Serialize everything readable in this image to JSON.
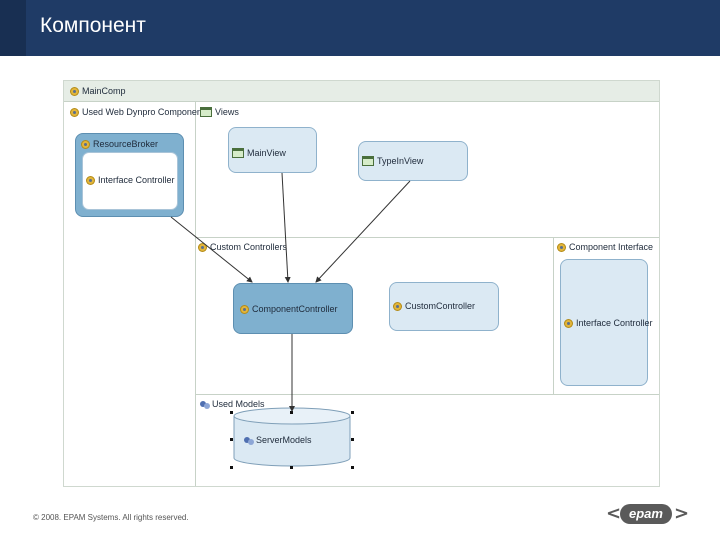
{
  "slide": {
    "title": "Компонент"
  },
  "diagram": {
    "root_label": "MainComp",
    "sections": {
      "used_components": "Used Web Dynpro Components",
      "views": "Views",
      "custom_controllers": "Custom Controllers",
      "component_interface": "Component Interface",
      "used_models": "Used Models"
    },
    "nodes": {
      "resource_broker": "ResourceBroker",
      "interface_controller_left": "Interface Controller",
      "main_view": "MainView",
      "type_in_view": "TypeInView",
      "component_controller": "ComponentController",
      "custom_controller": "CustomController",
      "interface_controller_right": "Interface Controller",
      "model": "ServerModels"
    }
  },
  "footer": {
    "copyright": "© 2008. EPAM Systems. All rights reserved.",
    "logo": "epam"
  },
  "colors": {
    "title_bar": "#1f3b66",
    "box_light": "#dbe9f3",
    "box_dark": "#7fb0cf",
    "edge": "#333333"
  }
}
